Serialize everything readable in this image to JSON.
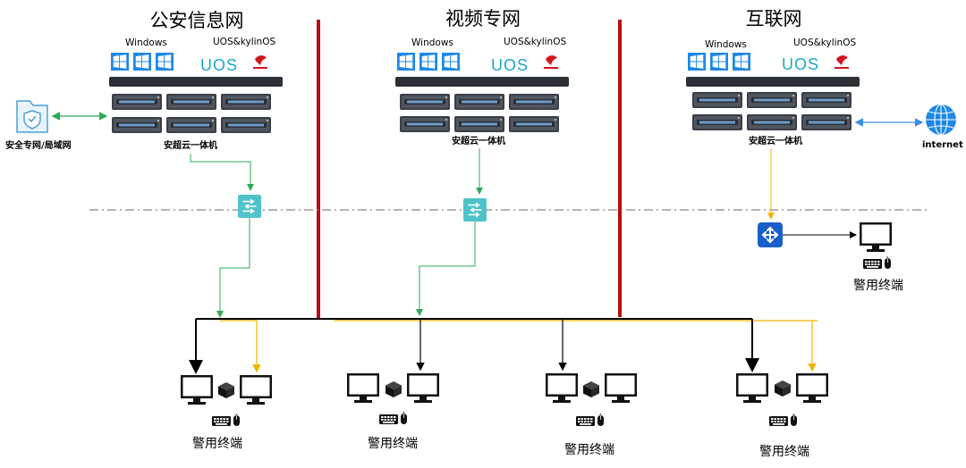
{
  "zones": [
    {
      "title": "公安信息网",
      "os_windows": "Windows",
      "os_uos": "UOS&kylinOS",
      "uos_logo": "UOS",
      "server_label": "安超云一体机",
      "side_label": "安全专网/局域网",
      "side_icon": "shield-folder-icon",
      "link_color": "#2eaa55"
    },
    {
      "title": "视频专网",
      "os_windows": "Windows",
      "os_uos": "UOS&kylinOS",
      "uos_logo": "UOS",
      "server_label": "安超云一体机",
      "link_color": "#2eaa55"
    },
    {
      "title": "互联网",
      "os_windows": "Windows",
      "os_uos": "UOS&kylinOS",
      "uos_logo": "UOS",
      "server_label": "安超云一体机",
      "side_label": "internet",
      "side_icon": "globe-icon",
      "link_color": "#f0b400",
      "router_terminal_label": "警用终端"
    }
  ],
  "terminals": [
    {
      "label": "警用终端"
    },
    {
      "label": "警用终端"
    },
    {
      "label": "警用终端"
    },
    {
      "label": "警用终端"
    }
  ],
  "colors": {
    "divider": "#b30f14",
    "green_link": "#2eaa55",
    "yellow_link": "#f0b400",
    "blue_link": "#3a8ee6",
    "bus_black": "#000000",
    "switch_teal": "#4fc3c9",
    "router_blue": "#1a5fc8",
    "uos_cyan": "#1aa8c9"
  }
}
